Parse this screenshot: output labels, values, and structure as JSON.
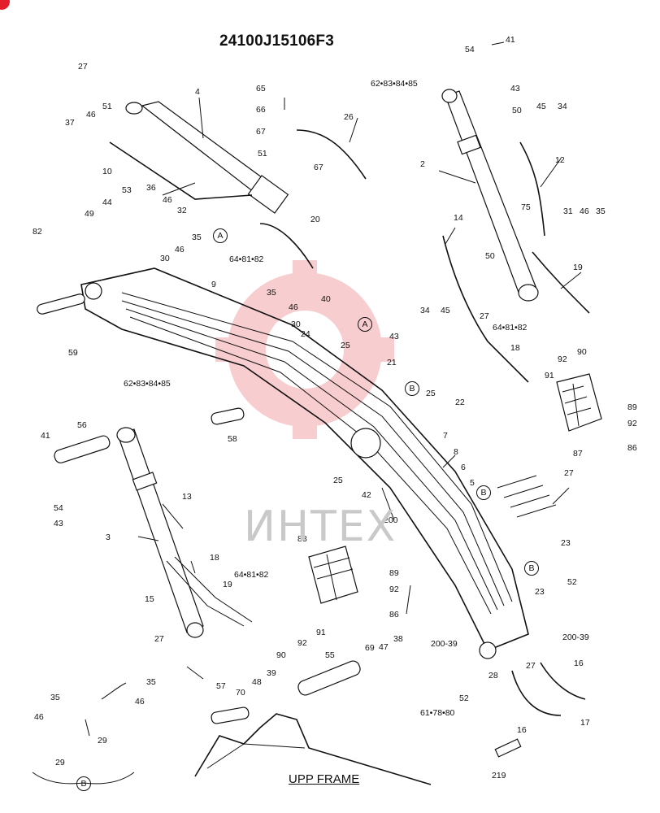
{
  "title": "24100J15106F3",
  "frame_label": "UPP FRAME",
  "watermark": "ИНТЕХ",
  "accent_color": "#e21f2b",
  "callouts": [
    "27",
    "4",
    "51",
    "46",
    "37",
    "10",
    "36",
    "46",
    "32",
    "53",
    "44",
    "49",
    "35",
    "46",
    "30",
    "82",
    "59",
    "9",
    "65",
    "66",
    "67",
    "26",
    "51",
    "67",
    "20",
    "A",
    "64•81•82",
    "62•83•84•85",
    "54",
    "41",
    "43",
    "50",
    "45",
    "34",
    "2",
    "12",
    "14",
    "75",
    "31",
    "46",
    "35",
    "50",
    "34",
    "45",
    "27",
    "64•81•82",
    "19",
    "18",
    "35",
    "46",
    "40",
    "30",
    "A",
    "24",
    "25",
    "43",
    "21",
    "B",
    "25",
    "22",
    "91",
    "92",
    "90",
    "89",
    "92",
    "86",
    "87",
    "62•83•84•85",
    "58",
    "7",
    "8",
    "6",
    "5",
    "B",
    "27",
    "23",
    "25",
    "42",
    "200",
    "41",
    "56",
    "54",
    "43",
    "13",
    "3",
    "18",
    "15",
    "19",
    "64•81•82",
    "27",
    "88",
    "89",
    "92",
    "86",
    "91",
    "90",
    "92",
    "B",
    "23",
    "52",
    "200-39",
    "55",
    "69",
    "47",
    "38",
    "200-39",
    "52",
    "61•78•80",
    "28",
    "27",
    "16",
    "17",
    "16",
    "219",
    "35",
    "46",
    "48",
    "39",
    "70",
    "57",
    "35",
    "46",
    "29",
    "29",
    "B"
  ]
}
